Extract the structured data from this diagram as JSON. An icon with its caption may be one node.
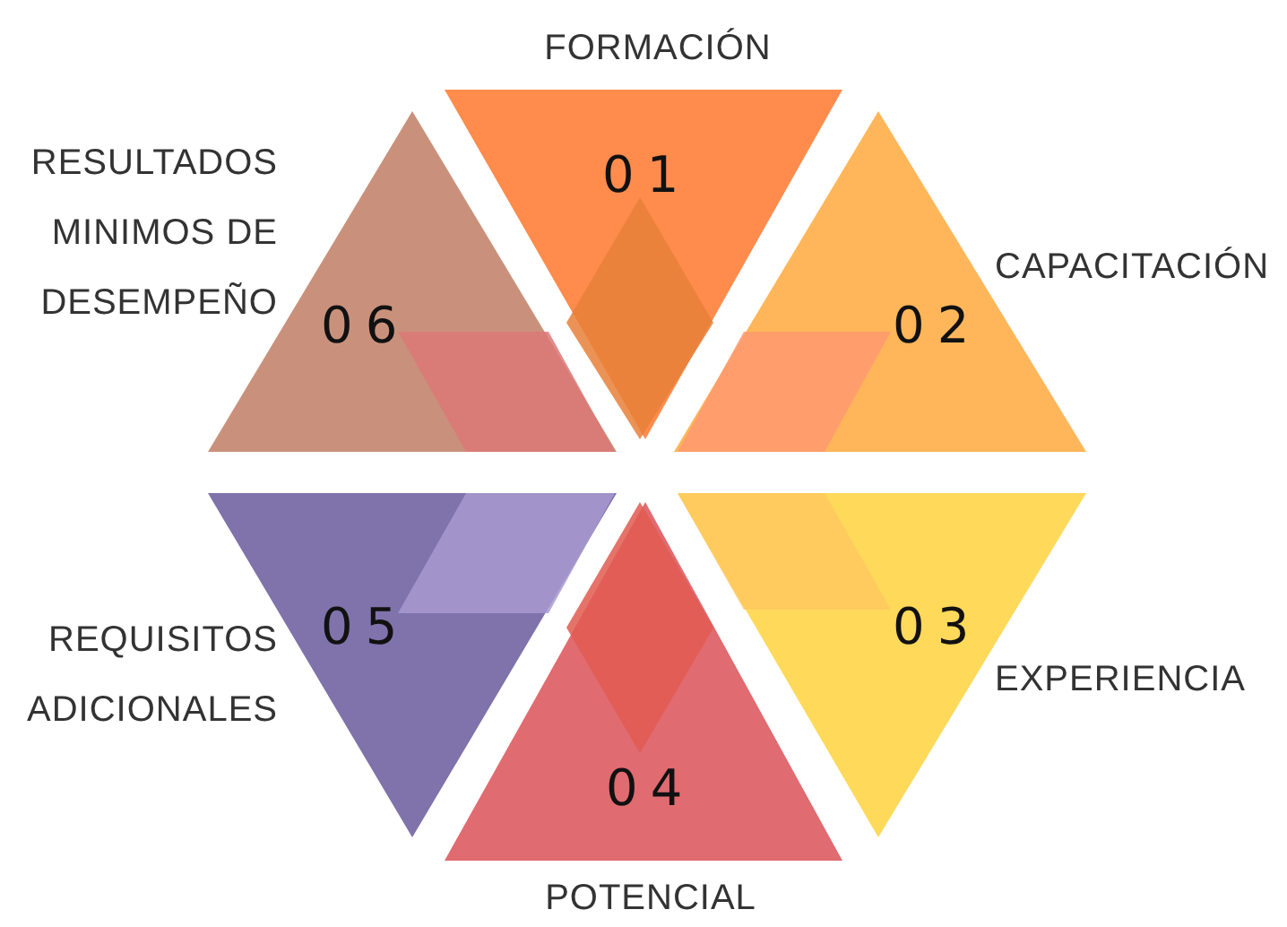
{
  "diagram": {
    "nodes": [
      {
        "text": [
          "01"
        ],
        "beside": [
          "FORMACIÓN"
        ]
      },
      {
        "text": [
          "02"
        ],
        "beside": [
          "CAPACITACIÓN"
        ]
      },
      {
        "text": [
          "03"
        ],
        "beside": [
          "EXPERIENCIA"
        ]
      },
      {
        "text": [
          "04"
        ],
        "beside": [
          "POTENCIAL"
        ]
      },
      {
        "text": [
          "05"
        ],
        "beside": [
          "REQUISITOS ADICIONALES"
        ]
      },
      {
        "text": [
          "06"
        ],
        "beside": [
          "RESULTADOS MINIMOS DE DESEMPEÑO"
        ]
      }
    ]
  }
}
